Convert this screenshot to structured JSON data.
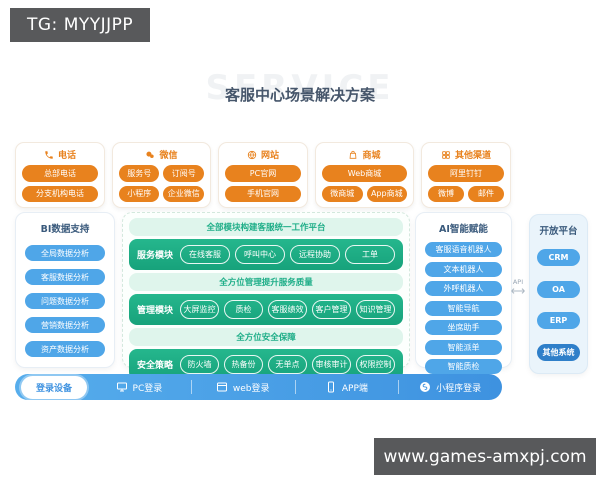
{
  "watermarks": {
    "tg_badge": "TG: MYYJJPP",
    "site_badge": "www.games-amxpj.com"
  },
  "header": {
    "watermark": "SERVICE",
    "title": "客服中心场景解决方案"
  },
  "channels": [
    {
      "name": "电话",
      "icon": "phone-icon",
      "rows": [
        [
          "总部电话"
        ],
        [
          "分支机构电话"
        ]
      ]
    },
    {
      "name": "微信",
      "icon": "wechat-icon",
      "rows": [
        [
          "服务号",
          "订阅号"
        ],
        [
          "小程序",
          "企业微信"
        ]
      ]
    },
    {
      "name": "网站",
      "icon": "globe-icon",
      "rows": [
        [
          "PC官网"
        ],
        [
          "手机官网"
        ]
      ]
    },
    {
      "name": "商城",
      "icon": "mall-icon",
      "rows": [
        [
          "Web商城"
        ],
        [
          "微商城",
          "App商城"
        ]
      ]
    },
    {
      "name": "其他渠道",
      "icon": "grid-icon",
      "rows": [
        [
          "阿里钉钉"
        ],
        [
          "微博",
          "邮件"
        ]
      ]
    }
  ],
  "bi_panel": {
    "title": "BI数据支持",
    "items": [
      "全局数据分析",
      "客服数据分析",
      "问题数据分析",
      "营销数据分析",
      "资产数据分析"
    ]
  },
  "platform": {
    "sections": [
      {
        "banner": "全部模块构建客服统一工作平台",
        "label": "服务模块",
        "pills": [
          "在线客服",
          "呼叫中心",
          "远程协助",
          "工单"
        ]
      },
      {
        "banner": "全方位管理提升服务质量",
        "label": "管理模块",
        "pills": [
          "大屏监控",
          "质检",
          "客服绩效",
          "客户管理",
          "知识管理"
        ]
      },
      {
        "banner": "全方位安全保障",
        "label": "安全策略",
        "pills": [
          "防火墙",
          "热备份",
          "无单点",
          "审核审计",
          "权限控制"
        ]
      }
    ]
  },
  "ai_panel": {
    "title": "AI智能赋能",
    "items": [
      "客服语音机器人",
      "文本机器人",
      "外呼机器人",
      "智能导航",
      "坐席助手",
      "智能派单",
      "智能质检"
    ]
  },
  "open_platform": {
    "title": "开放平台",
    "connector": "API",
    "items": [
      "CRM",
      "OA",
      "ERP",
      "其他系统"
    ]
  },
  "login_bar": {
    "badge": "登录设备",
    "items": [
      {
        "label": "PC登录",
        "icon": "monitor-icon"
      },
      {
        "label": "web登录",
        "icon": "browser-icon"
      },
      {
        "label": "APP端",
        "icon": "smartphone-icon"
      },
      {
        "label": "小程序登录",
        "icon": "miniprogram-icon"
      }
    ]
  },
  "colors": {
    "orange": "#E8821E",
    "green": "#1FAE88",
    "green_light": "#DFF5EC",
    "blue": "#4FA6E8",
    "blue_dark": "#2F7FC9",
    "bar_blue": "#4499E5",
    "panel_title": "#3A5A7C",
    "badge_gray": "#58595B"
  }
}
